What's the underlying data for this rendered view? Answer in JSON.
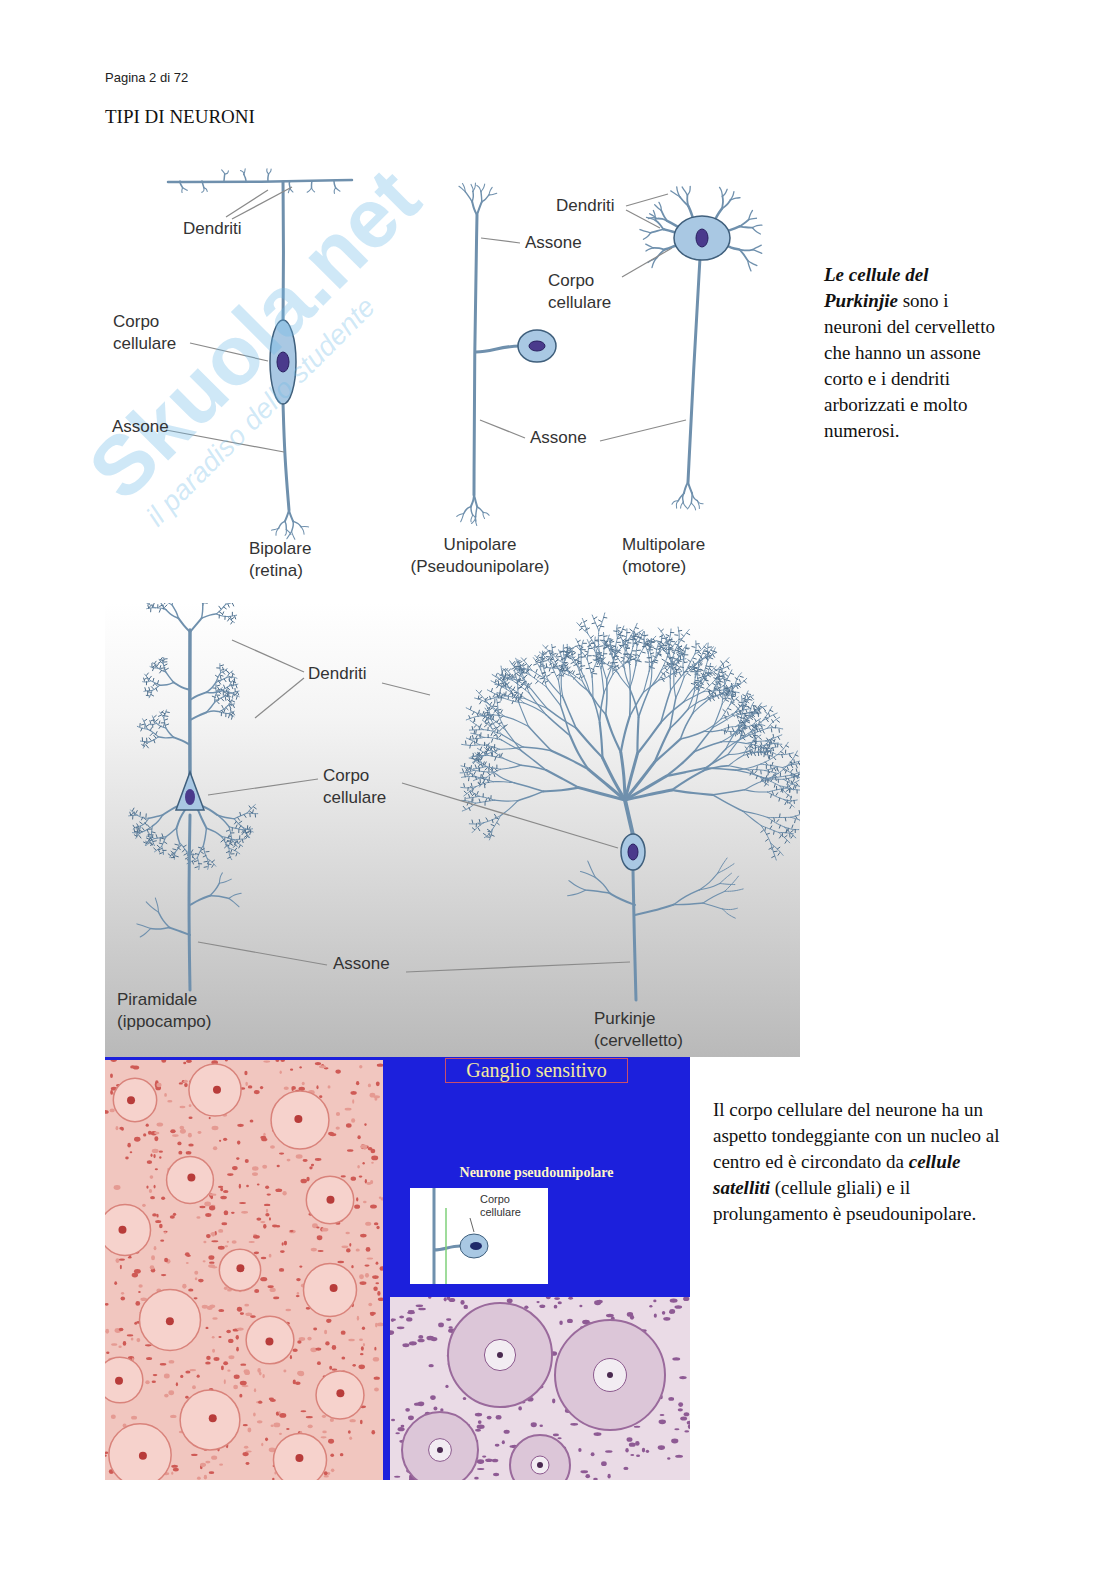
{
  "diagram": {
    "title": "TIPI DI NEURONI",
    "nodes": [
      {
        "text": [
          "Ganglio sensitivo",
          "Neurone pseudounipolare"
        ]
      },
      {
        "text": [
          "Corpo cellulare"
        ],
        "in": 0
      }
    ],
    "labels": [
      "Pagina 2 di 72",
      "Skuola.net",
      "il paradiso dello studente",
      "Dendriti",
      "Corpo cellulare",
      "Assone",
      "Bipolare (retina)",
      "Assone",
      "Dendriti",
      "Corpo cellulare",
      "Assone",
      "Unipolare (Pseudounipolare)",
      "Multipolare (motore)",
      "Le cellule del Purkinjie",
      "sono i neuroni del cervelletto che hanno un assone corto e i dendriti arborizzati e molto numerosi.",
      "Dendriti",
      "Corpo cellulare",
      "Assone",
      "Piramidale (ippocampo)",
      "Purkinje (cervelletto)",
      "Il corpo cellulare del neurone ha un aspetto tondeggiante con un nucleo al centro ed è circondato da",
      "cellule satelliti",
      "(cellule gliali) e il prolungamento è pseudounipolare."
    ]
  }
}
